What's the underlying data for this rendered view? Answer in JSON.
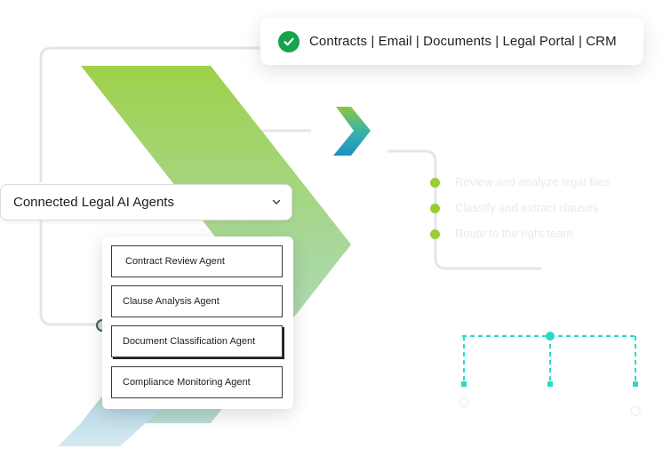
{
  "integrations": {
    "label": "Contracts | Email | Documents | Legal Portal | CRM",
    "icon": "check-circle-icon",
    "icon_color": "#16a34a"
  },
  "dropdown": {
    "label": "Connected Legal AI Agents",
    "icon": "chevron-down-icon"
  },
  "agents": [
    {
      "label": "Contract Review Agent"
    },
    {
      "label": "Clause Analysis Agent"
    },
    {
      "label": "Document Classification Agent"
    },
    {
      "label": "Compliance Monitoring Agent"
    }
  ],
  "faded_list": [
    {
      "label": "Review and analyze legal files"
    },
    {
      "label": "Classify and extract clauses"
    },
    {
      "label": "Route to the right team"
    }
  ],
  "colors": {
    "accent_green": "#9acd32",
    "teal": "#2cd9c5",
    "connector_gray": "#e2e5e8"
  }
}
